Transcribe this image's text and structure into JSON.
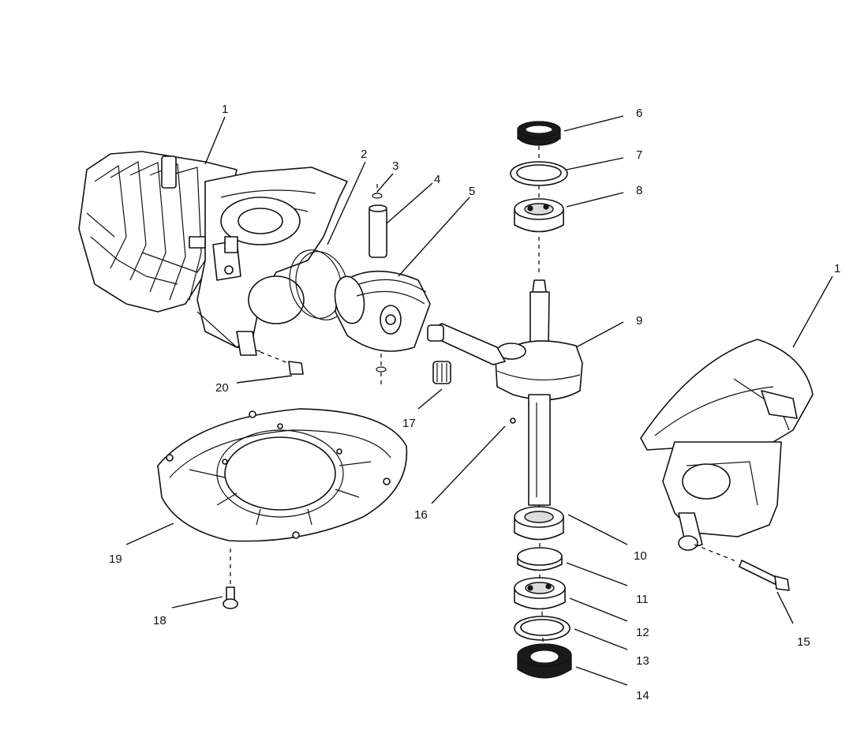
{
  "callouts": {
    "c1a": "1",
    "c1b": "1",
    "c2": "2",
    "c3": "3",
    "c4": "4",
    "c5": "5",
    "c6": "6",
    "c7": "7",
    "c8": "8",
    "c9": "9",
    "c10": "10",
    "c11": "11",
    "c12": "12",
    "c13": "13",
    "c14": "14",
    "c15": "15",
    "c16": "16",
    "c17": "17",
    "c18": "18",
    "c19": "19",
    "c20": "20"
  }
}
